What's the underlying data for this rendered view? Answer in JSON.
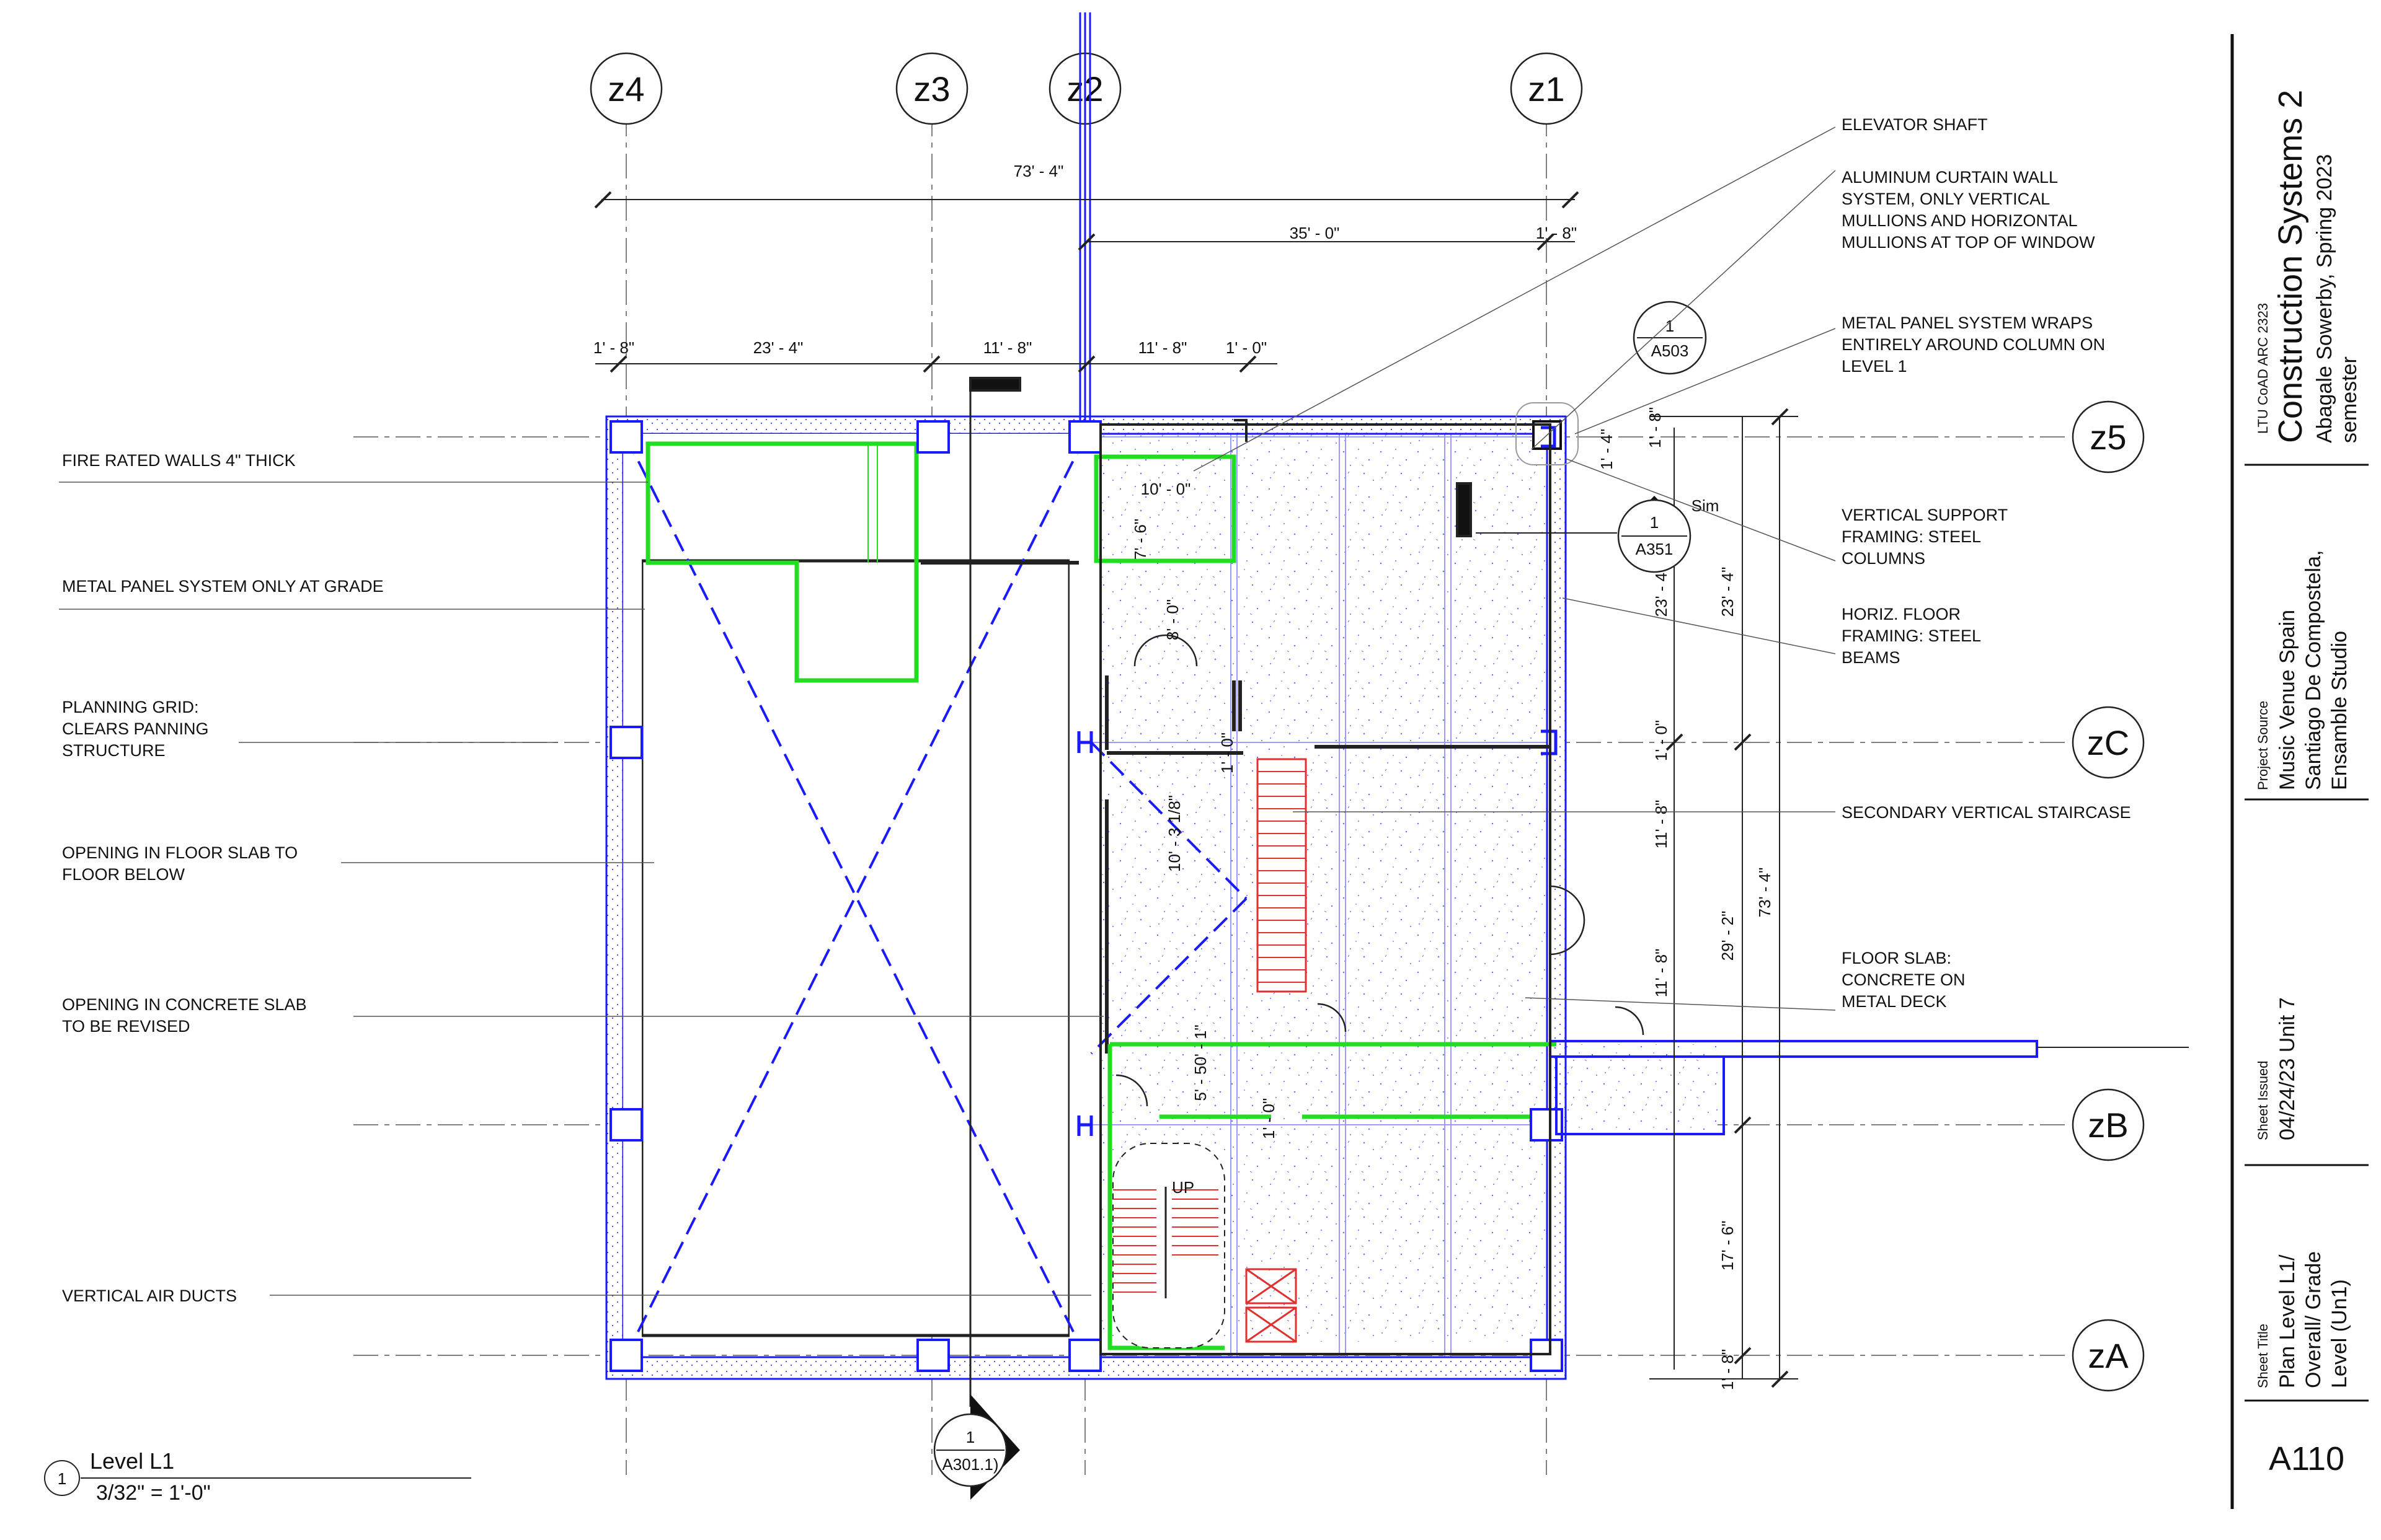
{
  "grid": {
    "columns": [
      "z4",
      "z3",
      "z2",
      "z1"
    ],
    "rows": [
      "z5",
      "zC",
      "zB",
      "zA"
    ]
  },
  "dimensions": {
    "overall_h": "73' - 4\"",
    "z2_z1": "35' - 0\"",
    "z1_right": "1' - 8\"",
    "left_edge": "1' - 8\"",
    "z4_z3": "23' - 4\"",
    "z3_z2": "11' - 8\"",
    "z2_x": "11' - 8\"",
    "x_1ft": "1' - 0\"",
    "room_w": "10' - 0\"",
    "room_h": "7' - 6\"",
    "corr_h": "8' - 0\"",
    "gap_1": "1' - 0\"",
    "stair_len": "10' - 3 1/8\"",
    "stair2": "5' - 50' - 1\"",
    "gap_2": "1' - 0\"",
    "col_1_4": "1' - 4\"",
    "col_1_8": "1' - 8\"",
    "r_23_4a": "23' - 4\"",
    "r_23_4b": "23' - 4\"",
    "r_1_0": "1' - 0\"",
    "r_11_8a": "11' - 8\"",
    "r_11_8b": "11' - 8\"",
    "r_29_2": "29' - 2\"",
    "r_73_4": "73' - 4\"",
    "r_17_6": "17' - 6\"",
    "r_bottom": "1' - 8\""
  },
  "callouts": {
    "section_top": {
      "num": "1",
      "sheet": "A503"
    },
    "section_mid": {
      "num": "1",
      "sheet": "A351",
      "note": "Sim"
    },
    "section_bottom": {
      "num": "1",
      "sheet": "A301.1)"
    },
    "stair_up": "UP"
  },
  "notes_left": [
    "FIRE RATED WALLS 4\" THICK",
    "METAL PANEL SYSTEM ONLY AT GRADE",
    "PLANNING GRID:",
    "CLEARS PANNING",
    "STRUCTURE",
    "OPENING IN FLOOR SLAB TO",
    "FLOOR BELOW",
    "OPENING IN CONCRETE SLAB",
    "TO BE REVISED",
    "VERTICAL AIR DUCTS"
  ],
  "notes_right": [
    "ELEVATOR SHAFT",
    "ALUMINUM CURTAIN WALL",
    "SYSTEM, ONLY VERTICAL",
    "MULLIONS AND HORIZONTAL",
    "MULLIONS AT TOP OF WINDOW",
    "METAL PANEL SYSTEM WRAPS",
    "ENTIRELY AROUND COLUMN ON",
    "LEVEL 1",
    "VERTICAL SUPPORT",
    "FRAMING: STEEL",
    "COLUMNS",
    "HORIZ. FLOOR",
    "FRAMING: STEEL",
    "BEAMS",
    "SECONDARY VERTICAL STAIRCASE",
    "FLOOR SLAB:",
    "CONCRETE ON",
    "METAL DECK"
  ],
  "view_title": {
    "num": "1",
    "name": "Level L1",
    "scale": "3/32\" = 1'-0\""
  },
  "title_block": {
    "course": "LTU CoAD ARC 2323",
    "project": "Construction Systems 2",
    "author": "Abagale Sowerby, Spring 2023",
    "author2": "semester",
    "source_label": "Project Source",
    "source_1": "Music Venue Spain",
    "source_2": "Santiago De Compostela,",
    "source_3": "Ensamble Studio",
    "issued_label": "Sheet Issued",
    "issued": "04/24/23 Unit 7",
    "title_label": "Sheet Title",
    "title_1": "Plan Level L1/",
    "title_2": "Overall/ Grade",
    "title_3": "Level (Un1)",
    "sheet_number": "A110"
  },
  "colors": {
    "structure": "#1a1aff",
    "fire_wall": "#22dd22",
    "stair": "#e03030",
    "line": "#222222"
  }
}
